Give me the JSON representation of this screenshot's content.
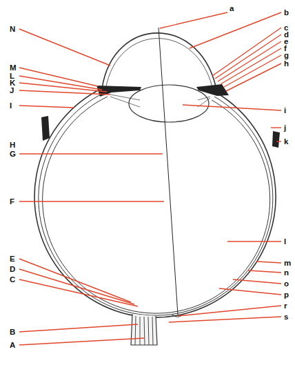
{
  "diagram": {
    "labels": [
      "a",
      "b",
      "c",
      "d",
      "e",
      "f",
      "g",
      "h",
      "i",
      "j",
      "k",
      "l",
      "m",
      "n",
      "o",
      "p",
      "r",
      "s",
      "N",
      "M",
      "L",
      "K",
      "J",
      "I",
      "H",
      "G",
      "F",
      "E",
      "D",
      "C",
      "B",
      "A"
    ]
  }
}
